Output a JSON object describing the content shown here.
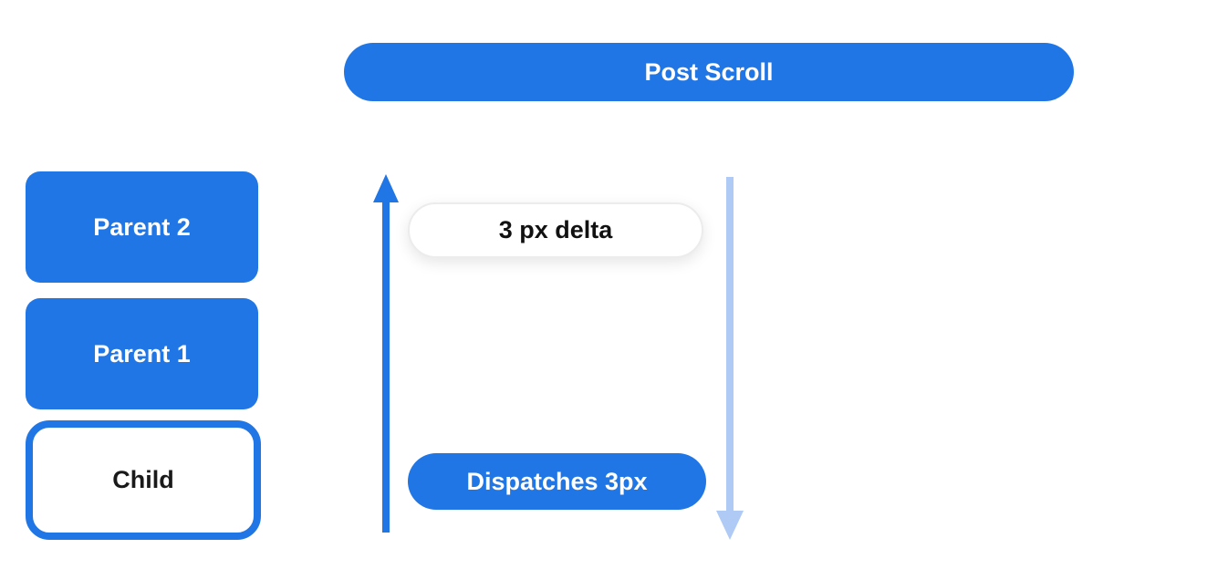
{
  "diagram": {
    "title_pill": {
      "label": "Post Scroll"
    },
    "boxes": [
      {
        "label": "Parent 2",
        "variant": "filled"
      },
      {
        "label": "Parent 1",
        "variant": "filled"
      },
      {
        "label": "Child",
        "variant": "outlined"
      }
    ],
    "delta_pill": {
      "label": "3 px delta"
    },
    "dispatch_pill": {
      "label": "Dispatches 3px"
    },
    "arrows": [
      {
        "name": "upward-scroll-arrow",
        "direction": "up",
        "color": "#2176e6"
      },
      {
        "name": "downward-scroll-arrow",
        "direction": "down",
        "color": "#aecaf5"
      }
    ],
    "colors": {
      "primary_blue": "#2176e6",
      "light_blue": "#aecaf5",
      "pill_border": "#ececec",
      "text_dark": "#1a1a1a",
      "text_light": "#ffffff",
      "background": "#ffffff"
    }
  }
}
